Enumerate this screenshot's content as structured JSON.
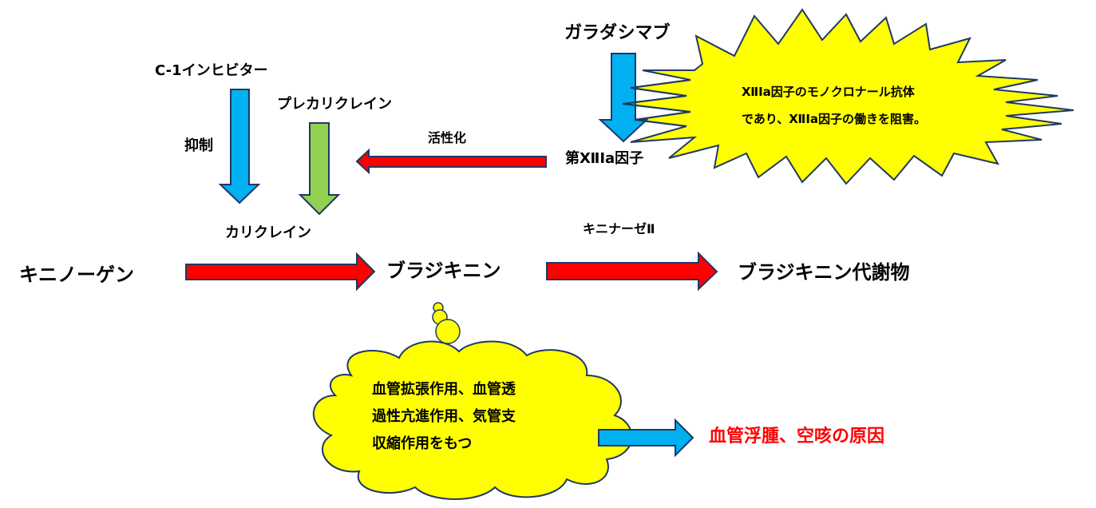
{
  "labels": {
    "garadashimab": "ガラダシマブ",
    "c1_inhibitor": "C-1インヒビター",
    "prekallikrein": "プレカリクレイン",
    "inhibit": "抑制",
    "activation": "活性化",
    "factor_xiia": "第ⅫIa因子",
    "kallikrein": "カリクレイン",
    "kininogen": "キニノーゲン",
    "bradykinin": "ブラジキニン",
    "kininase": "キニナーゼⅡ",
    "bradykinin_metabolite": "ブラジキニン代謝物",
    "result": "血管浮腫、空咳の原因"
  },
  "callout": {
    "lines": [
      "ⅫIa因子のモノクロナール抗体",
      "であり、ⅫIa因子の働きを阻害。"
    ]
  },
  "cloud": {
    "lines": [
      "血管拡張作用、血管透",
      "過性亢進作用、気管支",
      "収縮作用をもつ"
    ]
  },
  "colors": {
    "red_arrow": "#ff0000",
    "blue_arrow": "#00b0f0",
    "green_arrow": "#92d050",
    "callout_fill": "#ffff00",
    "outline": "#1f3864",
    "result_text": "#ff0000"
  }
}
